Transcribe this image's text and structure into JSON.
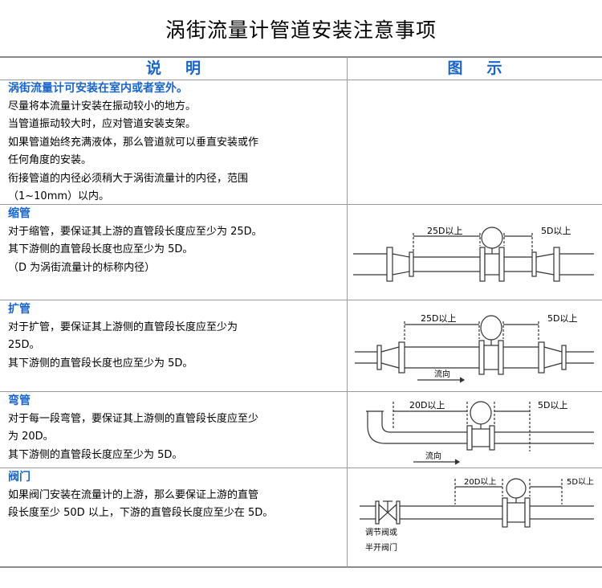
{
  "title": "涡街流量计管道安装注意事项",
  "header": {
    "left": "说明",
    "right": "图示"
  },
  "sections": [
    {
      "title": "涡街流量计可安装在室内或者室外。",
      "lines": [
        "尽量将本流量计安装在振动较小的地方。",
        "当管道振动较大时，应对管道安装支架。",
        "如果管道始终充满液体，那么管道就可以垂直安装或作",
        "任何角度的安装。",
        "衔接管道的内径必须稍大于涡街流量计的内径，范围",
        "（1~10mm）以内。"
      ]
    },
    {
      "title": "缩管",
      "lines": [
        "对于缩管，要保证其上游的直管段长度应至少为 25D。",
        "其下游侧的直管段长度也应至少为 5D。",
        "（D 为涡街流量计的标称内径）"
      ]
    },
    {
      "title": "扩管",
      "lines": [
        "对于扩管，要保证其上游侧的直管段长度应至少为",
        "25D。",
        "其下游侧的直管段长度也应至少为 5D。"
      ]
    },
    {
      "title": "弯管",
      "lines": [
        "对于每一段弯管，要保证其上游侧的直管段长度应至少",
        "为 20D。",
        "其下游侧的直管段长度应至少为 5D。"
      ]
    },
    {
      "title": "阀门",
      "lines": [
        "如果阀门安装在流量计的上游，那么要保证上游的直管",
        "段长度至少 50D 以上，下游的直管段长度应至少在 5D。"
      ]
    }
  ],
  "diagrams": {
    "reducer": {
      "up": "25D以上",
      "down": "5D以上"
    },
    "expander": {
      "up": "25D以上",
      "down": "5D以上",
      "flow": "流向"
    },
    "elbow": {
      "up": "20D以上",
      "down": "5D以上",
      "flow": "流向"
    },
    "valve": {
      "up": "20D以上",
      "down": "5D以上",
      "valve_label_1": "调节阀或",
      "valve_label_2": "半开阀门"
    }
  },
  "colors": {
    "accent": "#1a64c8",
    "line": "#9a9a9a"
  }
}
